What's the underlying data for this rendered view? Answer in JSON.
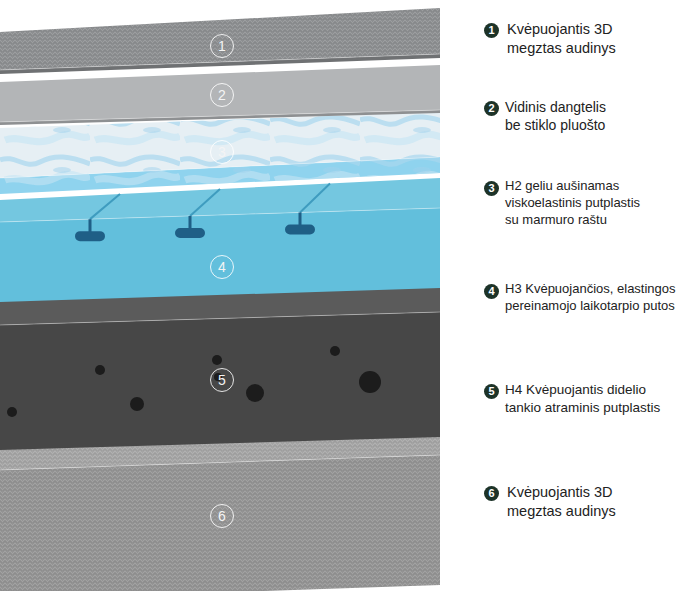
{
  "diagram": {
    "nodes": [
      {
        "text": [
          "1"
        ]
      },
      {
        "text": [
          "2"
        ]
      },
      {
        "text": [
          "3"
        ]
      },
      {
        "text": [
          "4"
        ]
      },
      {
        "text": [
          "5"
        ]
      },
      {
        "text": [
          "6"
        ]
      }
    ],
    "labels": [
      "1",
      "Kvėpuojantis 3D megztas audinys",
      "2",
      "Vidinis dangtelis be stiklo pluošto",
      "3",
      "H2 geliu aušinamas viskoelastinis putplastis su marmuro raštu",
      "4",
      "H3 Kvėpuojančios, elastingos pereinamojo laikotarpio putos",
      "5",
      "H4 Kvėpuojantis didelio tankio atraminis putplastis",
      "6",
      "Kvėpuojantis 3D megztas audinys"
    ]
  }
}
